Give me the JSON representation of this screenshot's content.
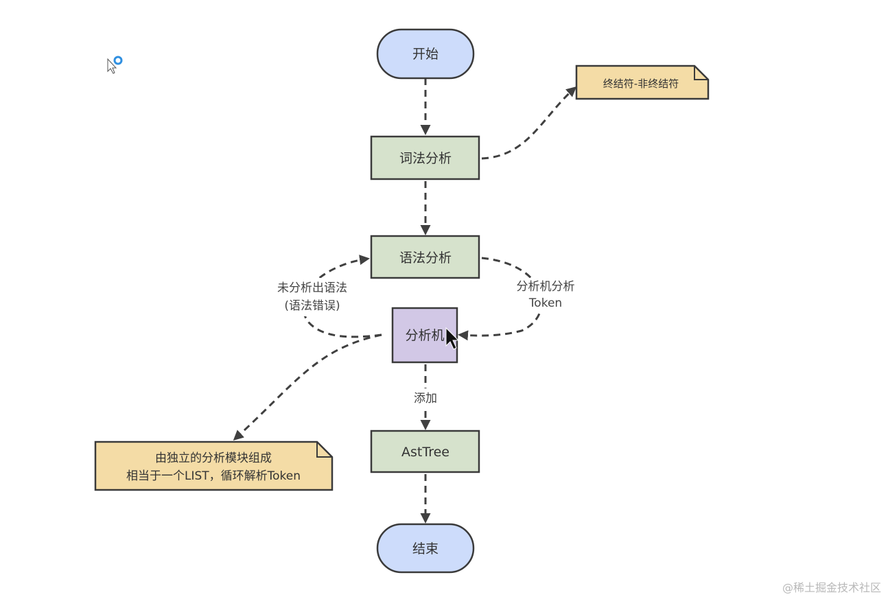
{
  "colors": {
    "terminal_fill": "#cddcfb",
    "process_fill": "#d6e2cc",
    "analyzer_fill": "#d2c8e6",
    "note_fill": "#f4dca6",
    "stroke": "#3a3a3a"
  },
  "nodes": {
    "start": "开始",
    "lexical": "词法分析",
    "syntax": "语法分析",
    "analyzer": "分析机",
    "asttree": "AstTree",
    "end": "结束"
  },
  "edge_labels": {
    "not_parsed_line1": "未分析出语法",
    "not_parsed_line2": "(语法错误)",
    "analyzer_token_line1": "分析机分析",
    "analyzer_token_line2": "Token",
    "add": "添加"
  },
  "notes": {
    "terminal": "终结符-非终结符",
    "module_line1": "由独立的分析模块组成",
    "module_line2": "相当于一个LIST，循环解析Token"
  },
  "watermark": "@稀土掘金技术社区"
}
